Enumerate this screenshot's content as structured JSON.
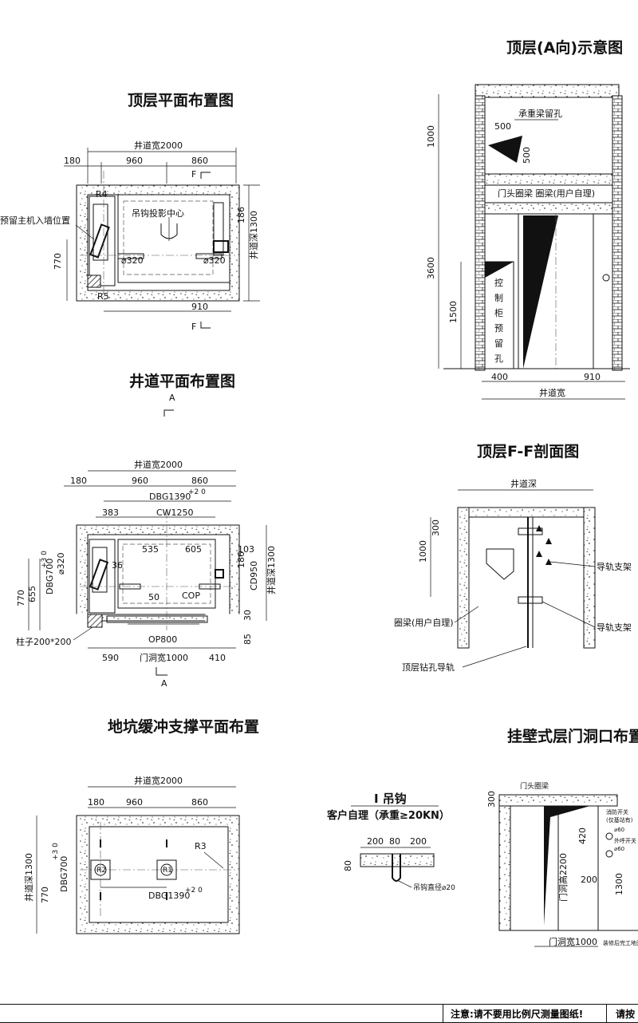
{
  "titles": {
    "top_plan": "顶层平面布置图",
    "shaft_plan": "井道平面布置图",
    "pit_plan": "地坑缓冲支撑平面布置",
    "top_a": "顶层(A向)示意图",
    "top_ff": "顶层F-F剖面图",
    "wall_door": "挂壁式层门洞口布置图"
  },
  "top_plan": {
    "shaft_width": "井道宽2000",
    "d180": "180",
    "d960": "960",
    "d860": "860",
    "r4": "R4",
    "r5": "R5",
    "hook_center": "吊钩投影中心",
    "machine_hole": "预留主机入墙位置",
    "dia1": "⌀320",
    "dia2": "⌀320",
    "d186": "186",
    "shaft_depth": "井道深1300",
    "d770": "770",
    "d910": "910",
    "f_top": "F",
    "f_bot": "F"
  },
  "shaft_plan": {
    "a_top": "A",
    "a_bot": "A",
    "shaft_width": "井道宽2000",
    "d180": "180",
    "d960": "960",
    "d860": "860",
    "dbg": "DBG1390",
    "dbg_tol": "+2\n0",
    "d383": "383",
    "cw": "CW1250",
    "d535": "535",
    "d605": "605",
    "d103": "103",
    "dia": "⌀320",
    "d36": "36",
    "d186": "186",
    "cd": "CD950",
    "shaft_depth": "井道深1300",
    "dbg700": "DBG700",
    "dbg700_tol": "+3 0",
    "d655": "655",
    "d770": "770",
    "d50": "50",
    "cop": "COP",
    "d30": "30",
    "pillar": "柱子200*200",
    "op": "OP800",
    "d85": "85",
    "d590": "590",
    "door_width": "门洞宽1000",
    "d410": "410"
  },
  "pit_plan": {
    "shaft_width": "井道宽2000",
    "d180": "180",
    "d960": "960",
    "d860": "860",
    "r3": "R3",
    "r2": "R2",
    "r1": "R1",
    "dbg700": "DBG700",
    "dbg700_tol": "+3 0",
    "shaft_depth": "井道深1300",
    "d770": "770",
    "dbg": "DBG1390",
    "dbg_tol": "+2 0"
  },
  "top_a": {
    "beam_hole": "承重梁留孔",
    "d500a": "500",
    "d500b": "500",
    "d1000": "1000",
    "lintel": "门头圈梁 圈梁(用户自理)",
    "d3600": "3600",
    "d1500": "1500",
    "control": [
      "控",
      "制",
      "柜",
      "预",
      "留",
      "孔"
    ],
    "d400": "400",
    "d910": "910",
    "shaft_width": "井道宽"
  },
  "top_ff": {
    "shaft_depth": "井道深",
    "d300": "300",
    "d1000": "1000",
    "rail1": "导轨支架",
    "rail2": "导轨支架",
    "ring_beam": "圈梁(用户自理)",
    "drill": "顶层钻孔导轨"
  },
  "hook": {
    "title": "I 吊钩",
    "sub": "客户自理（承重≥20KN）",
    "d200a": "200",
    "d80a": "80",
    "d200b": "200",
    "d80b": "80",
    "dia": "吊钩直径⌀20"
  },
  "wall_door": {
    "lintel": "门头圈梁",
    "d300": "300",
    "fire": "消防开关",
    "fire_sub": "(仅基站有)",
    "d60a": "⌀60",
    "call": "外呼开关",
    "d60b": "⌀60",
    "d420": "420",
    "height": "门洞高2200",
    "d200": "200",
    "d1300": "1300",
    "width": "门洞宽1000",
    "floor": "装修后完工地面"
  },
  "footer": {
    "note": "注意:请不要用比例尺测量图纸!",
    "note2": "请按"
  }
}
